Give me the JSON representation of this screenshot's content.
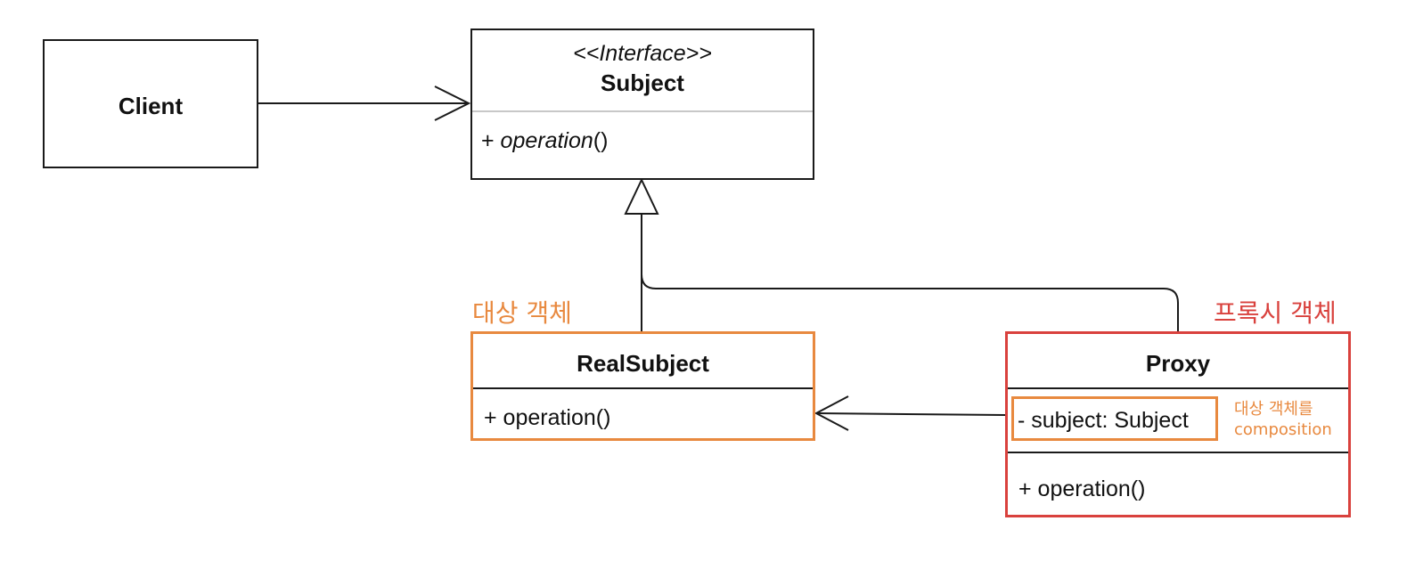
{
  "client": {
    "name": "Client"
  },
  "subject": {
    "stereotype": "<<Interface>>",
    "name": "Subject",
    "operation_prefix": "+ ",
    "operation_name": "operation",
    "operation_suffix": "()"
  },
  "real_subject": {
    "annotation": "대상 객체",
    "name": "RealSubject",
    "operation": "+ operation()"
  },
  "proxy": {
    "annotation": "프록시 객체",
    "name": "Proxy",
    "field": "- subject: Subject",
    "field_note_line1": "대상 객체를",
    "field_note_line2": "composition",
    "operation": "+ operation()"
  },
  "colors": {
    "line": "#1a1a1a",
    "orange": "#e8893f",
    "red": "#d9413d",
    "divider": "#c8c8c8"
  }
}
